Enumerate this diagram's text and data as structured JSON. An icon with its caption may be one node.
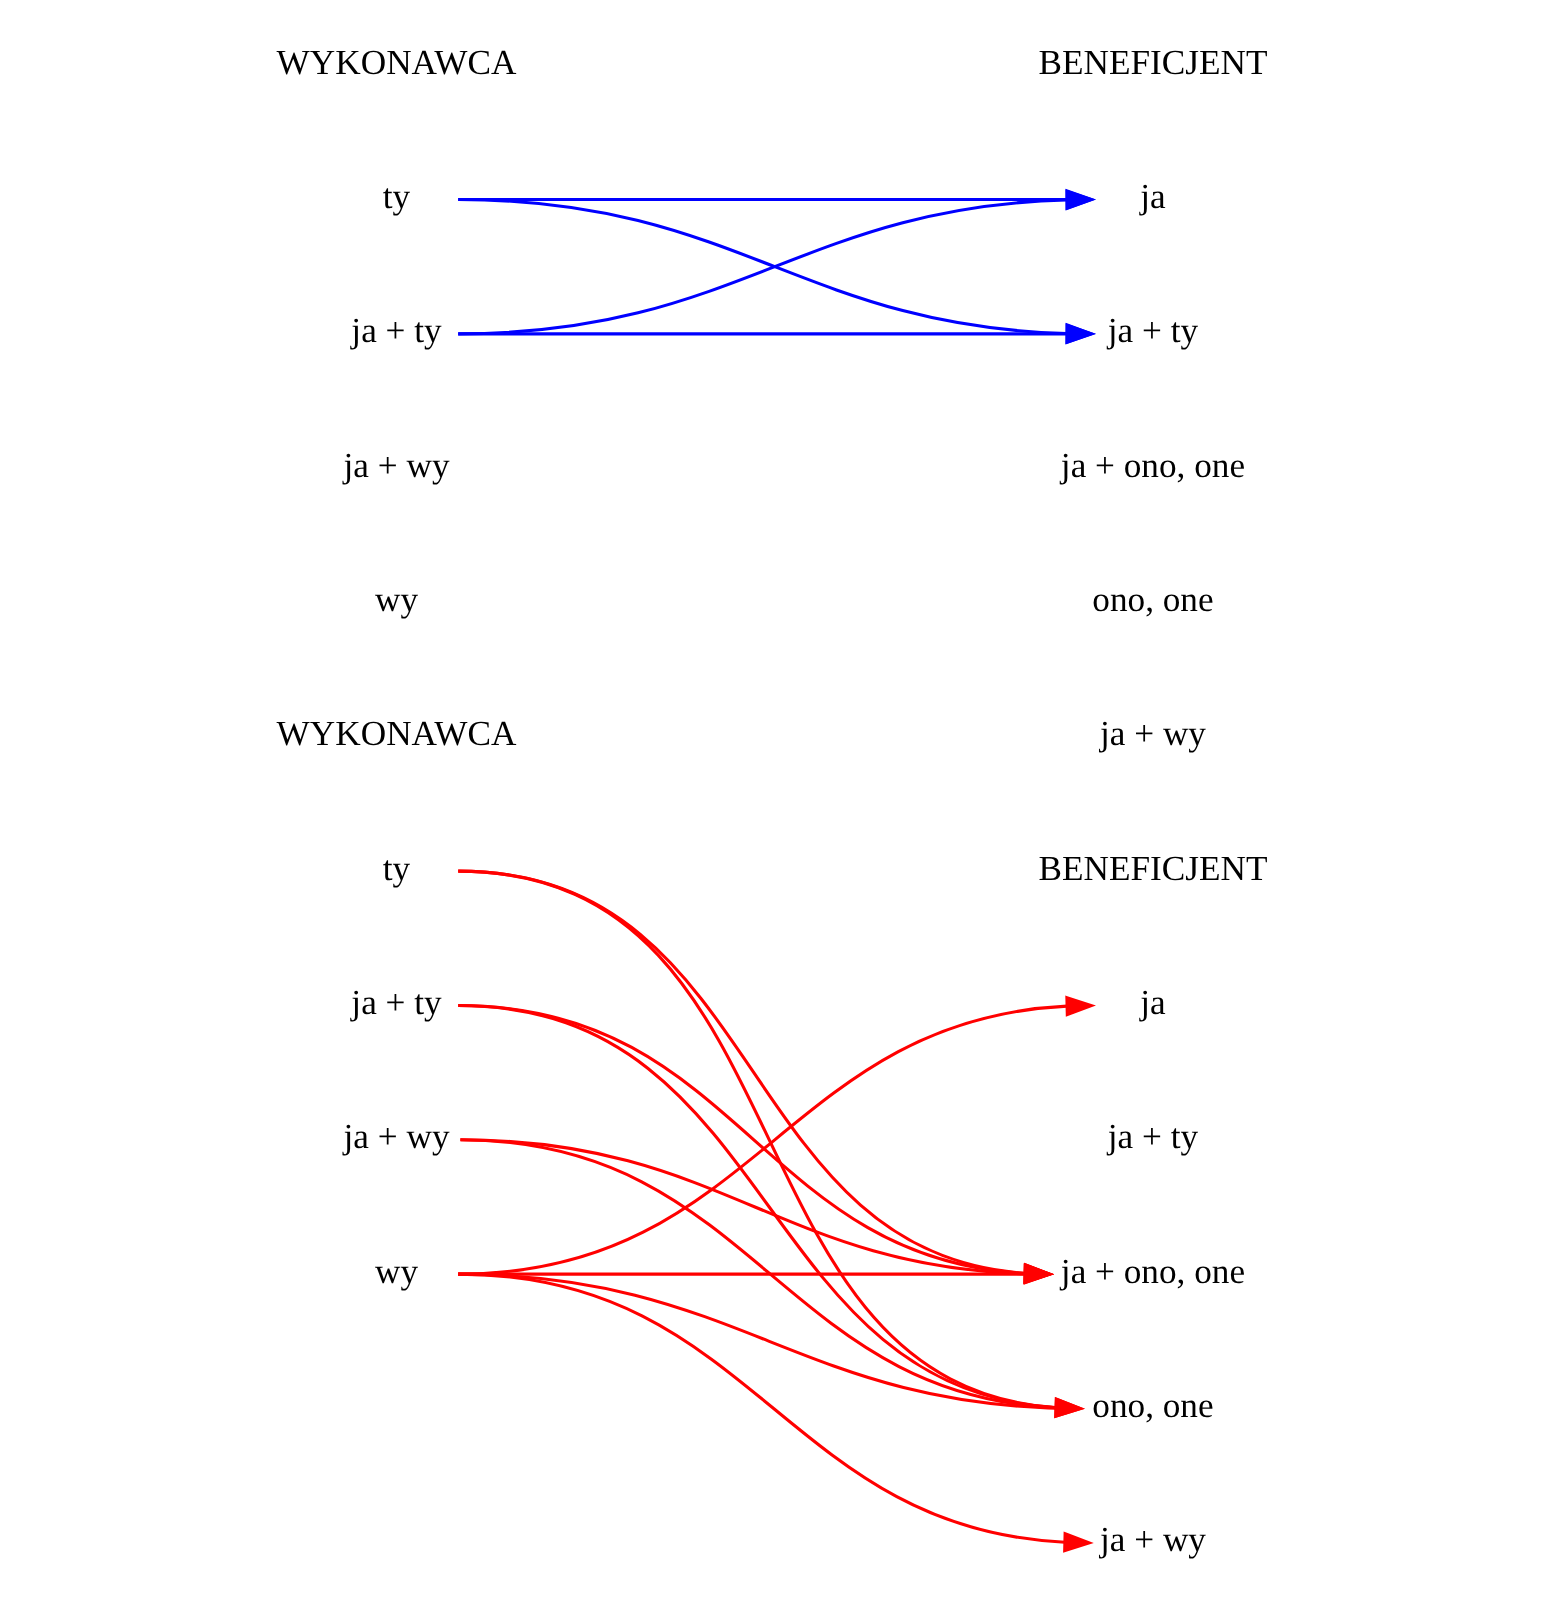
{
  "diagram": {
    "nodes": [
      {
        "text": [
          "ty"
        ]
      },
      {
        "text": [
          "ja + ty"
        ]
      },
      {
        "text": [
          "ja + wy"
        ]
      },
      {
        "text": [
          "wy"
        ]
      },
      {
        "text": [
          "ja"
        ]
      },
      {
        "text": [
          "ja + ty"
        ]
      },
      {
        "text": [
          "ja + ono, one"
        ]
      },
      {
        "text": [
          "ono, one"
        ]
      },
      {
        "text": [
          "ja + wy"
        ]
      },
      {
        "text": [
          "ty"
        ]
      },
      {
        "text": [
          "ja + ty"
        ]
      },
      {
        "text": [
          "ja + wy"
        ]
      },
      {
        "text": [
          "wy"
        ]
      },
      {
        "text": [
          "ja"
        ]
      },
      {
        "text": [
          "ja + ty"
        ]
      },
      {
        "text": [
          "ja + ono, one"
        ]
      },
      {
        "text": [
          "ono, one"
        ]
      },
      {
        "text": [
          "ja + wy"
        ]
      }
    ],
    "edges": [
      {
        "from": 0,
        "to": 4,
        "arrow": "to",
        "color": "#0000ff"
      },
      {
        "from": 0,
        "to": 5,
        "arrow": "to",
        "color": "#0000ff"
      },
      {
        "from": 1,
        "to": 4,
        "arrow": "to",
        "color": "#0000ff"
      },
      {
        "from": 1,
        "to": 5,
        "arrow": "to",
        "color": "#0000ff"
      },
      {
        "from": 9,
        "to": 15,
        "arrow": "to"
      },
      {
        "from": 9,
        "to": 16,
        "arrow": "to"
      },
      {
        "from": 10,
        "to": 15,
        "arrow": "to"
      },
      {
        "from": 10,
        "to": 16,
        "arrow": "to"
      },
      {
        "from": 11,
        "to": 16,
        "arrow": "none"
      },
      {
        "from": 11,
        "to": 15,
        "arrow": "to"
      },
      {
        "from": 12,
        "to": 13,
        "arrow": "to"
      },
      {
        "from": 12,
        "to": 15,
        "arrow": "to"
      },
      {
        "from": 12,
        "to": 16,
        "arrow": "none"
      },
      {
        "from": 12,
        "to": 17,
        "arrow": "to"
      }
    ],
    "labels": [
      "WYKONAWCA",
      "BENEFICJENT",
      "WYKONAWCA",
      "BENEFICJENT"
    ]
  }
}
